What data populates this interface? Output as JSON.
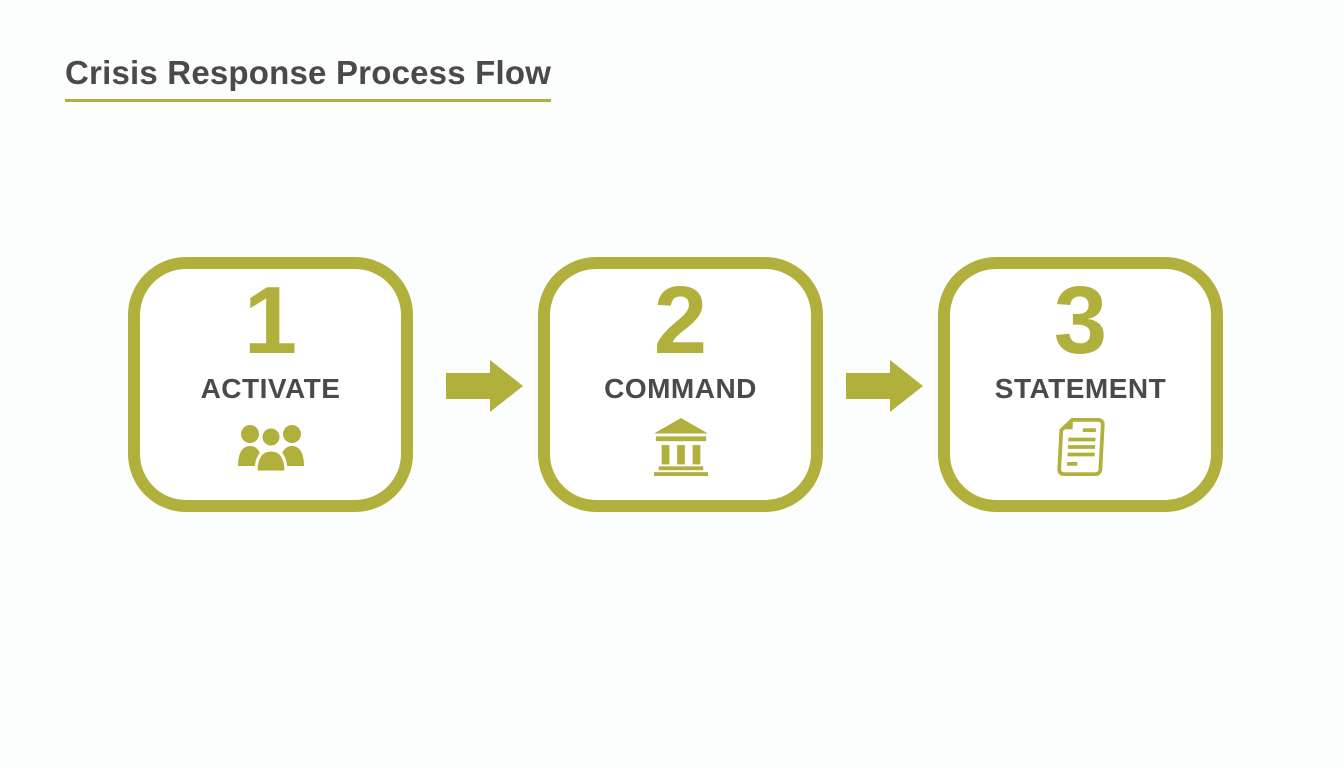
{
  "title": {
    "text": "Crisis Response Process Flow"
  },
  "colors": {
    "accent": "#b2b03c",
    "text-dark": "#4a4a48",
    "background": "#fcfdfd"
  },
  "steps": [
    {
      "number": "1",
      "label": "ACTIVATE",
      "icon": "group-icon"
    },
    {
      "number": "2",
      "label": "COMMAND",
      "icon": "bank-icon"
    },
    {
      "number": "3",
      "label": "STATEMENT",
      "icon": "document-icon"
    }
  ],
  "connectors": [
    {
      "type": "arrow-right"
    },
    {
      "type": "arrow-right"
    }
  ]
}
